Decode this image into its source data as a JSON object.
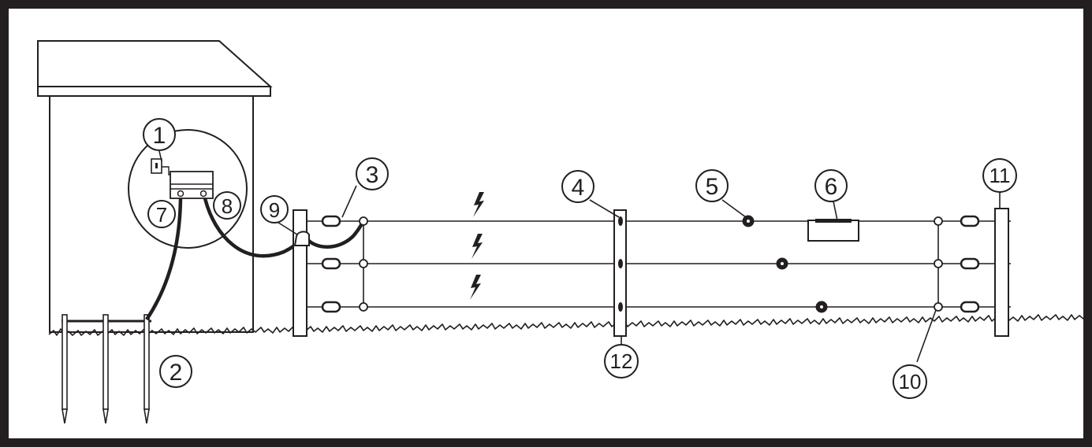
{
  "colors": {
    "frame": "#231f20",
    "line": "#231f20",
    "background": "#ffffff"
  },
  "callouts": {
    "c1": "1",
    "c2": "2",
    "c3": "3",
    "c4": "4",
    "c5": "5",
    "c6": "6",
    "c7": "7",
    "c8": "8",
    "c9": "9",
    "c10": "10",
    "c11": "11",
    "c12": "12"
  },
  "icons": {
    "lightning": "lightning-bolt-icon"
  }
}
